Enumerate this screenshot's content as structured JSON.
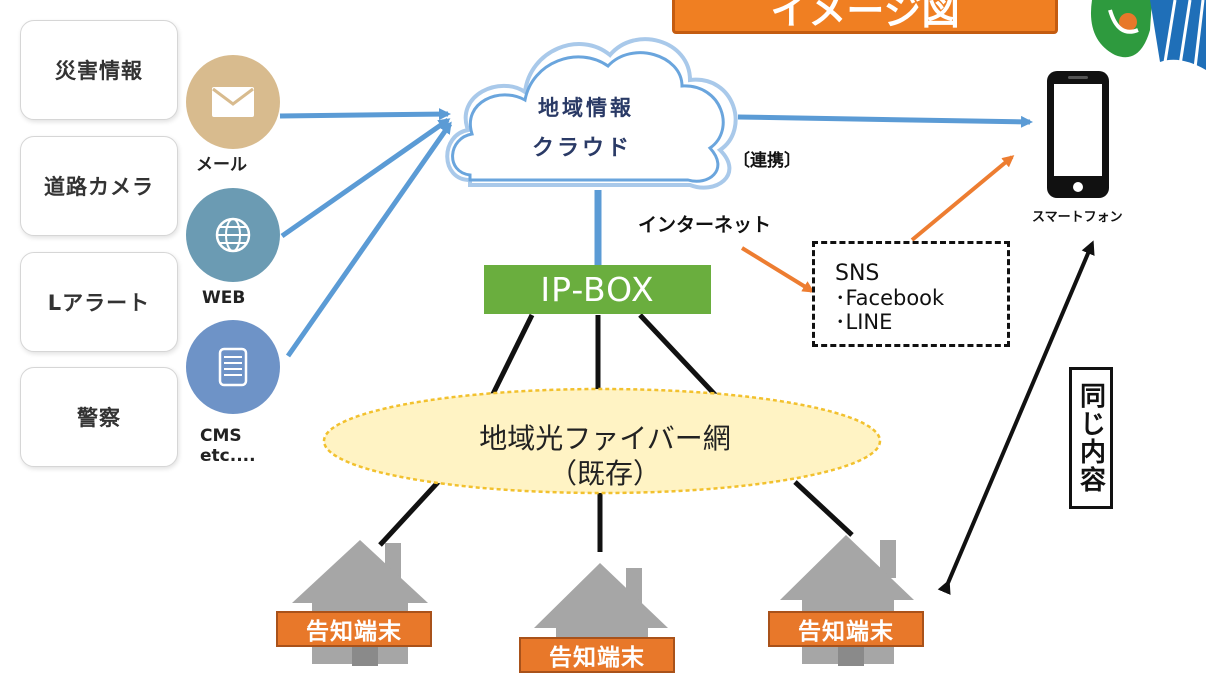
{
  "title": "イメージ図",
  "sources": [
    "災害情報",
    "道路カメラ",
    "Lアラート",
    "警察"
  ],
  "channels": [
    {
      "icon": "mail-icon",
      "label": "メール",
      "color": "#d8bb8e"
    },
    {
      "icon": "globe-icon",
      "label": "WEB",
      "color": "#6b9bb3"
    },
    {
      "icon": "database-icon",
      "label": "CMS\netc....",
      "color": "#6e93c7"
    }
  ],
  "cloud": {
    "line1": "地域情報",
    "line2": "クラウド"
  },
  "link_label": "〔連携〕",
  "internet_label": "インターネット",
  "ipbox_label": "IP-BOX",
  "fiber": {
    "line1": "地域光ファイバー網",
    "line2": "（既存）"
  },
  "sns": {
    "title": "SNS",
    "items": [
      "･Facebook",
      "･LINE"
    ]
  },
  "smartphone_label": "スマートフォン",
  "same_content_label": "同じ内容",
  "terminals": [
    "告知端末",
    "告知端末",
    "告知端末"
  ],
  "colors": {
    "blue_arrow": "#5b9bd5",
    "orange_arrow": "#ed7d31",
    "ipbox": "#6aae3e",
    "terminal": "#e8782a",
    "fiber_fill": "#fff3c4",
    "fiber_border": "#f2c12e",
    "house": "#a6a6a6"
  }
}
